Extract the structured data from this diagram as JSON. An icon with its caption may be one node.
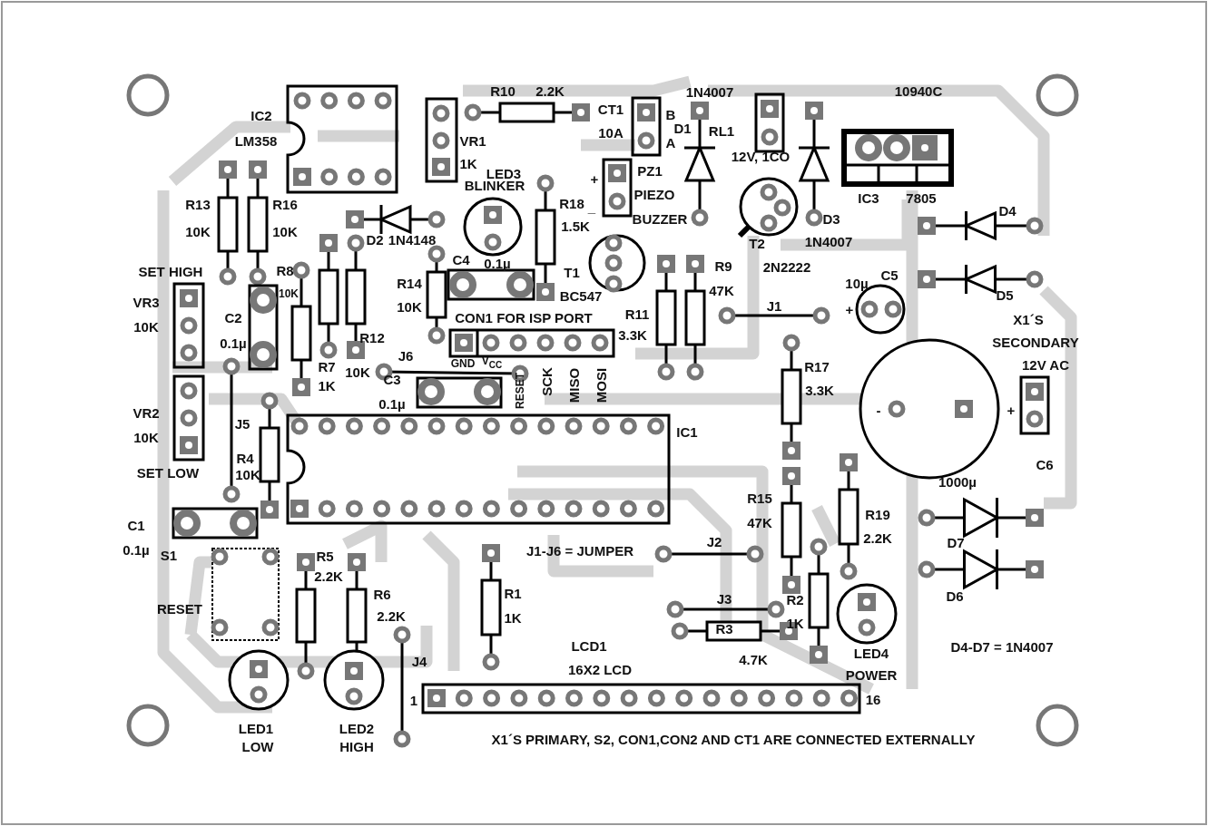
{
  "diagram": {
    "labels": [
      "IC2",
      "LM358",
      "R10",
      "2.2K",
      "VR1",
      "1K",
      "CT1",
      "10A",
      "B",
      "A",
      "1N4007",
      "D1",
      "RL1",
      "12V, 1CO",
      "10940C",
      "IC3",
      "7805",
      "LED3",
      "BLINKER",
      "PZ1",
      "+",
      "_",
      "PIEZO",
      "BUZZER",
      "R18",
      "1.5K",
      "R13",
      "10K",
      "R16",
      "10K",
      "D2",
      "1N4148",
      "T2",
      "2N2222",
      "D3",
      "1N4007",
      "D4",
      "D5",
      "SET HIGH",
      "R8",
      "10K",
      "R14",
      "10K",
      "C4",
      "0.1µ",
      "T1",
      "BC547",
      "R9",
      "47K",
      "10µ",
      "C5",
      "VR3",
      "10K",
      "C2",
      "0.1µ",
      "CON1 FOR ISP PORT",
      "R11",
      "3.3K",
      "J1",
      "+",
      "X1´S",
      "SECONDARY",
      "R7",
      "1K",
      "R12",
      "10K",
      "J6",
      "C3",
      "0.1µ",
      "GND",
      "V$_{CC}$",
      "RESET",
      "SCK",
      "MISO",
      "MOSI",
      "R17",
      "3.3K",
      "12V AC",
      "VR2",
      "-",
      "+",
      "10K",
      "J5",
      "IC1",
      "SET LOW",
      "R4",
      "10K",
      "C6",
      "1000µ",
      "R15",
      "47K",
      "R19",
      "2.2K",
      "C1",
      "0.1µ",
      "S1",
      "RESET",
      "J1-J6 = JUMPER",
      "J2",
      "R5",
      "2.2K",
      "R6",
      "2.2K",
      "R1",
      "1K",
      "J3",
      "R2",
      "1K",
      "R3",
      "LCD1",
      "J4",
      "16X2 LCD",
      "4.7K",
      "LED4",
      "POWER",
      "D4-D7 = 1N4007",
      "D7",
      "D6",
      "1",
      "16",
      "LED1",
      "LOW",
      "LED2",
      "HIGH",
      "X1´S PRIMARY, S2, CON1,CON2 AND CT1 ARE CONNECTED EXTERNALLY"
    ]
  }
}
